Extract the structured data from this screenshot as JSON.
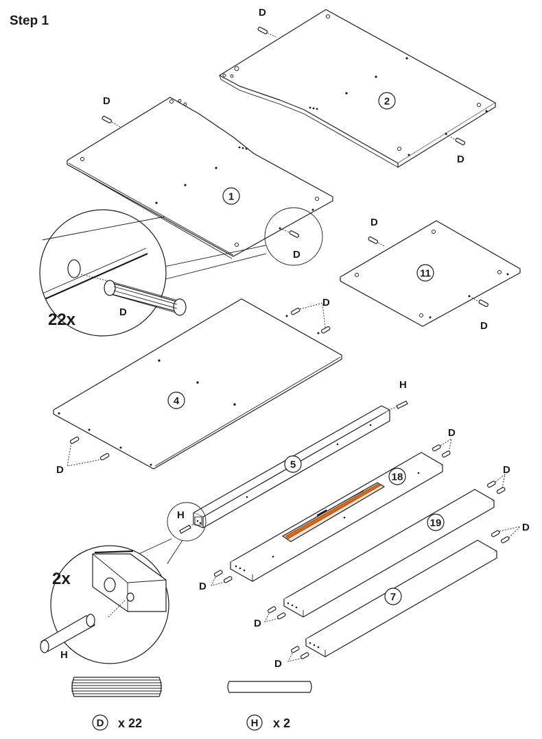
{
  "step_title": "Step 1",
  "parts": {
    "p1": "1",
    "p2": "2",
    "p4": "4",
    "p5": "5",
    "p7": "7",
    "p11": "11",
    "p18": "18",
    "p19": "19"
  },
  "hardware": {
    "dowel_letter": "D",
    "pin_letter": "H"
  },
  "detail": {
    "dowel_multiplier": "22x",
    "pin_multiplier": "2x"
  },
  "legend": {
    "dowel_letter": "D",
    "dowel_count": "x 22",
    "pin_letter": "H",
    "pin_count": "x 2"
  },
  "colors": {
    "line": "#1a1a1a",
    "accent": "#d2691e"
  }
}
